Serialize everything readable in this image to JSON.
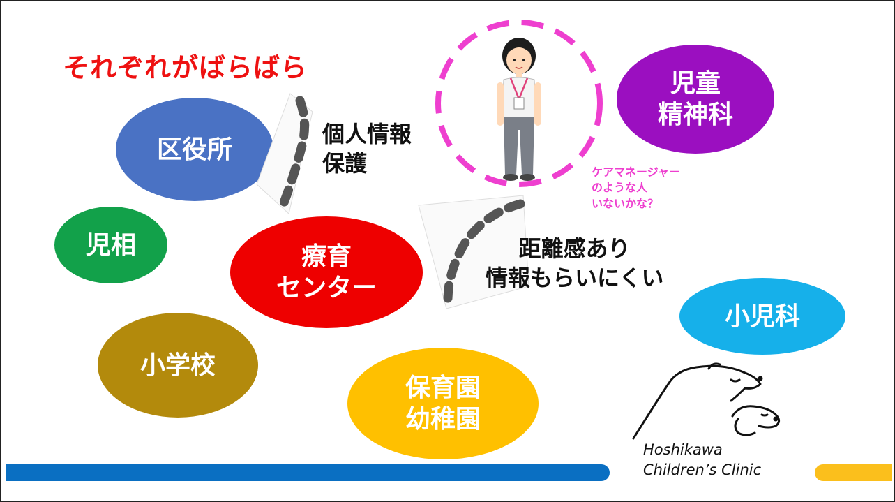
{
  "title": {
    "text": "それぞれがばらばら",
    "color": "#ee1111"
  },
  "organizations": [
    {
      "id": "ward-office",
      "label": "区役所",
      "color": "#4a72c4"
    },
    {
      "id": "child-guidance",
      "label": "児相",
      "color": "#12a14a"
    },
    {
      "id": "therapy-center",
      "label": "療育\nセンター",
      "color": "#ee0000"
    },
    {
      "id": "elementary-school",
      "label": "小学校",
      "color": "#b38a0c"
    },
    {
      "id": "nursery-kindergarten",
      "label": "保育園\n幼稚園",
      "color": "#ffc000"
    },
    {
      "id": "child-psychiatry",
      "label": "児童\n精神科",
      "color": "#9b0fc0"
    },
    {
      "id": "pediatrics",
      "label": "小児科",
      "color": "#16b0ea"
    }
  ],
  "notes": {
    "privacy": "個人情報\n保護",
    "distance": "距離感あり\n情報もらいにくい"
  },
  "care_manager": {
    "text": "ケアマネージャー\nのような人\nいないかな？",
    "text_color": "#ee3fcf",
    "circle_color": "#ee3fcf"
  },
  "bars": {
    "blue": "#0a6fc2",
    "yellow": "#fbbf1c"
  },
  "logo": {
    "text": "Hoshikawa\nChildren’s Clinic"
  }
}
